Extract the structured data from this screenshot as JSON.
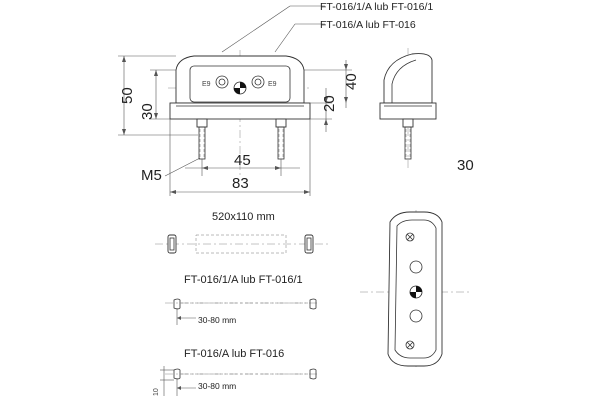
{
  "labels": {
    "variant_top": "FT-016/1/A lub FT-016/1",
    "variant_bottom": "FT-016/A lub FT-016"
  },
  "dimensions": {
    "height_overall": "50",
    "height_body": "30",
    "width_right": "40",
    "height_20": "20",
    "thread": "M5",
    "bolt_spacing": "45",
    "length_overall": "83",
    "depth_side": "30",
    "small_10": "10"
  },
  "plate": {
    "size": "520x110 mm"
  },
  "captions": {
    "variant1": "FT-016/1/A lub FT-016/1",
    "variant2": "FT-016/A lub FT-016"
  },
  "cable": {
    "length1": "30-80 mm",
    "length2": "30-80 mm"
  },
  "marks": {
    "e_mark": "E9"
  }
}
